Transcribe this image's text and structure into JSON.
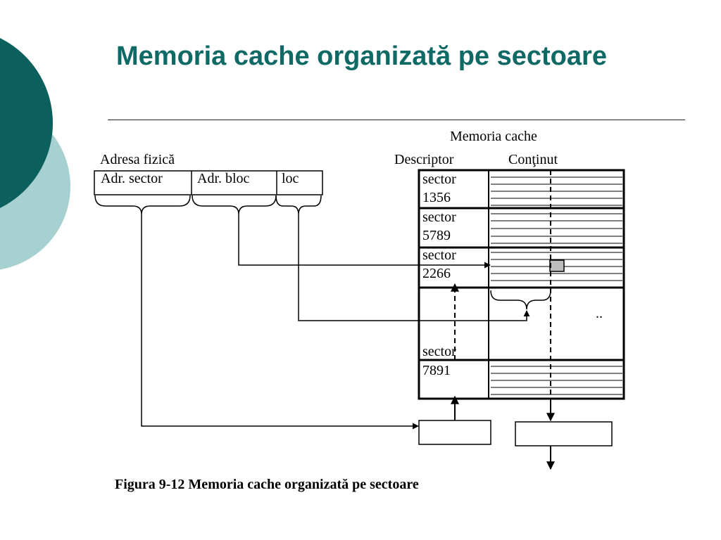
{
  "slide": {
    "title": "Memoria cache organizată pe sectoare",
    "caption": "Figura 9-12 Memoria cache organizată pe sectoare"
  },
  "diagram": {
    "physical_address": {
      "label": "Adresa fizică",
      "fields": [
        "Adr. sector",
        "Adr. bloc",
        "loc"
      ]
    },
    "cache": {
      "label": "Memoria cache",
      "descriptor_header": "Descriptor",
      "content_header": "Conţinut",
      "sector_word": "sector",
      "sectors": [
        "1356",
        "5789",
        "2266",
        "7891"
      ],
      "ellipsis": ".."
    }
  },
  "theme": {
    "title_color": "#0f6a66",
    "deco_dark": "#0b5f5c",
    "deco_light": "#a6d1d0",
    "highlight_cell": "#bdbdbd"
  }
}
